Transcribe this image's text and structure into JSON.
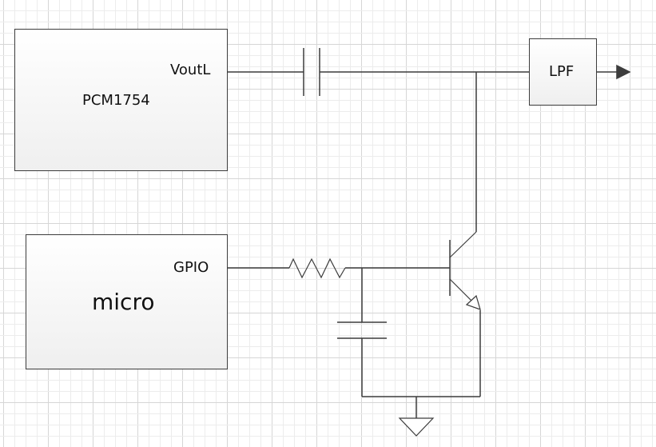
{
  "diagram": {
    "title": "",
    "blocks": [
      {
        "id": "pcm1754",
        "name": "PCM1754",
        "port": "VoutL"
      },
      {
        "id": "micro",
        "name": "micro",
        "port": "GPIO"
      },
      {
        "id": "lpf",
        "name": "LPF"
      }
    ],
    "components": [
      {
        "type": "capacitor",
        "role": "coupling capacitor between VoutL and output node"
      },
      {
        "type": "resistor",
        "role": "series base resistor from GPIO"
      },
      {
        "type": "capacitor",
        "role": "base-to-ground filter capacitor"
      },
      {
        "type": "npn-transistor",
        "role": "mute switch, collector to output node, emitter to ground"
      },
      {
        "type": "ground"
      }
    ],
    "connections": [
      [
        "PCM1754.VoutL",
        "coupling-capacitor"
      ],
      [
        "coupling-capacitor",
        "output-node"
      ],
      [
        "output-node",
        "LPF"
      ],
      [
        "output-node",
        "transistor.collector"
      ],
      [
        "LPF",
        "output-arrow"
      ],
      [
        "micro.GPIO",
        "resistor"
      ],
      [
        "resistor",
        "transistor.base"
      ],
      [
        "transistor.base",
        "filter-capacitor"
      ],
      [
        "filter-capacitor",
        "ground"
      ],
      [
        "transistor.emitter",
        "ground"
      ]
    ],
    "colors": {
      "line": "#3c3c3c",
      "grid_minor": "#ececec",
      "grid_major": "#d6d6d6"
    }
  }
}
